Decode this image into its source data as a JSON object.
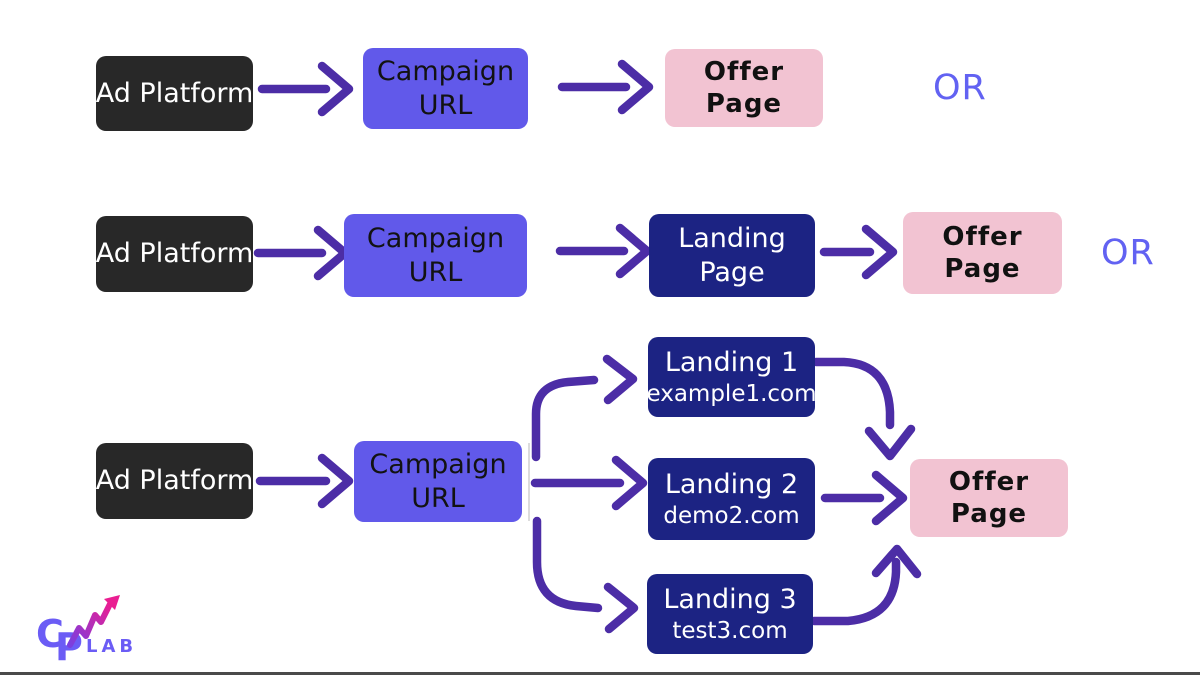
{
  "colors": {
    "ad_box": "#282828",
    "ad_text": "#ffffff",
    "campaign_box": "#6159ea",
    "campaign_text": "#121212",
    "landing_box": "#1c2383",
    "landing_text": "#ffffff",
    "offer_box": "#f2c3d2",
    "offer_text": "#111111",
    "arrow": "#4c2da6",
    "or_text": "#6262f2",
    "logo": "#6b5cf5",
    "logo_arrow_start": "#7a3fe0",
    "logo_arrow_end": "#ea1e92",
    "bottom_bar": "#4a4a4a"
  },
  "rows": [
    {
      "or_label": "OR",
      "nodes": {
        "ad": {
          "label": "Ad Platform"
        },
        "campaign": {
          "line1": "Campaign",
          "line2": "URL"
        },
        "offer": {
          "line1": "Offer",
          "line2": "Page"
        }
      }
    },
    {
      "or_label": "OR",
      "nodes": {
        "ad": {
          "label": "Ad Platform"
        },
        "campaign": {
          "line1": "Campaign",
          "line2": "URL"
        },
        "landing": {
          "line1": "Landing",
          "line2": "Page"
        },
        "offer": {
          "line1": "Offer",
          "line2": "Page"
        }
      }
    },
    {
      "nodes": {
        "ad": {
          "label": "Ad Platform"
        },
        "campaign": {
          "line1": "Campaign",
          "line2": "URL"
        },
        "landing1": {
          "line1": "Landing 1",
          "line2": "example1.com"
        },
        "landing2": {
          "line1": "Landing 2",
          "line2": "demo2.com"
        },
        "landing3": {
          "line1": "Landing 3",
          "line2": "test3.com"
        },
        "offer": {
          "line1": "Offer",
          "line2": "Page"
        }
      }
    }
  ],
  "logo": {
    "letter_c": "C",
    "letter_p": "P",
    "text": "LAB"
  }
}
